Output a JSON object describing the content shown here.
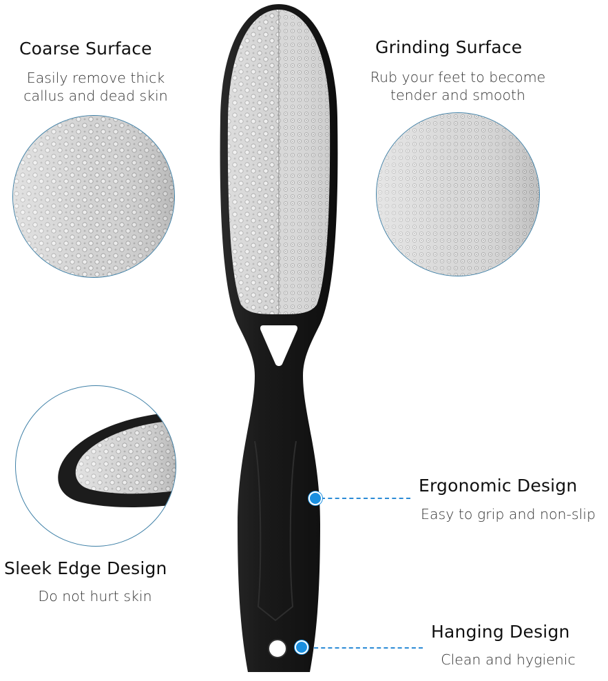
{
  "features": {
    "coarse": {
      "title": "Coarse Surface",
      "desc_line1": "Easily remove thick",
      "desc_line2": "callus and dead skin"
    },
    "grinding": {
      "title": "Grinding Surface",
      "desc_line1": "Rub your feet to become",
      "desc_line2": "tender and smooth"
    },
    "sleek": {
      "title": "Sleek Edge Design",
      "desc": "Do not hurt skin"
    },
    "ergonomic": {
      "title": "Ergonomic Design",
      "desc": "Easy to grip and non-slip"
    },
    "hanging": {
      "title": "Hanging Design",
      "desc": "Clean and hygienic"
    }
  },
  "colors": {
    "accent": "#1a8fe0",
    "handle": "#1c1c1c",
    "metal": "#c9c9c9",
    "circle_border": "#3d7fa6"
  },
  "icons": {
    "callout_dot": "blue-dot-icon",
    "hang_hole": "hanging-hole-icon"
  }
}
